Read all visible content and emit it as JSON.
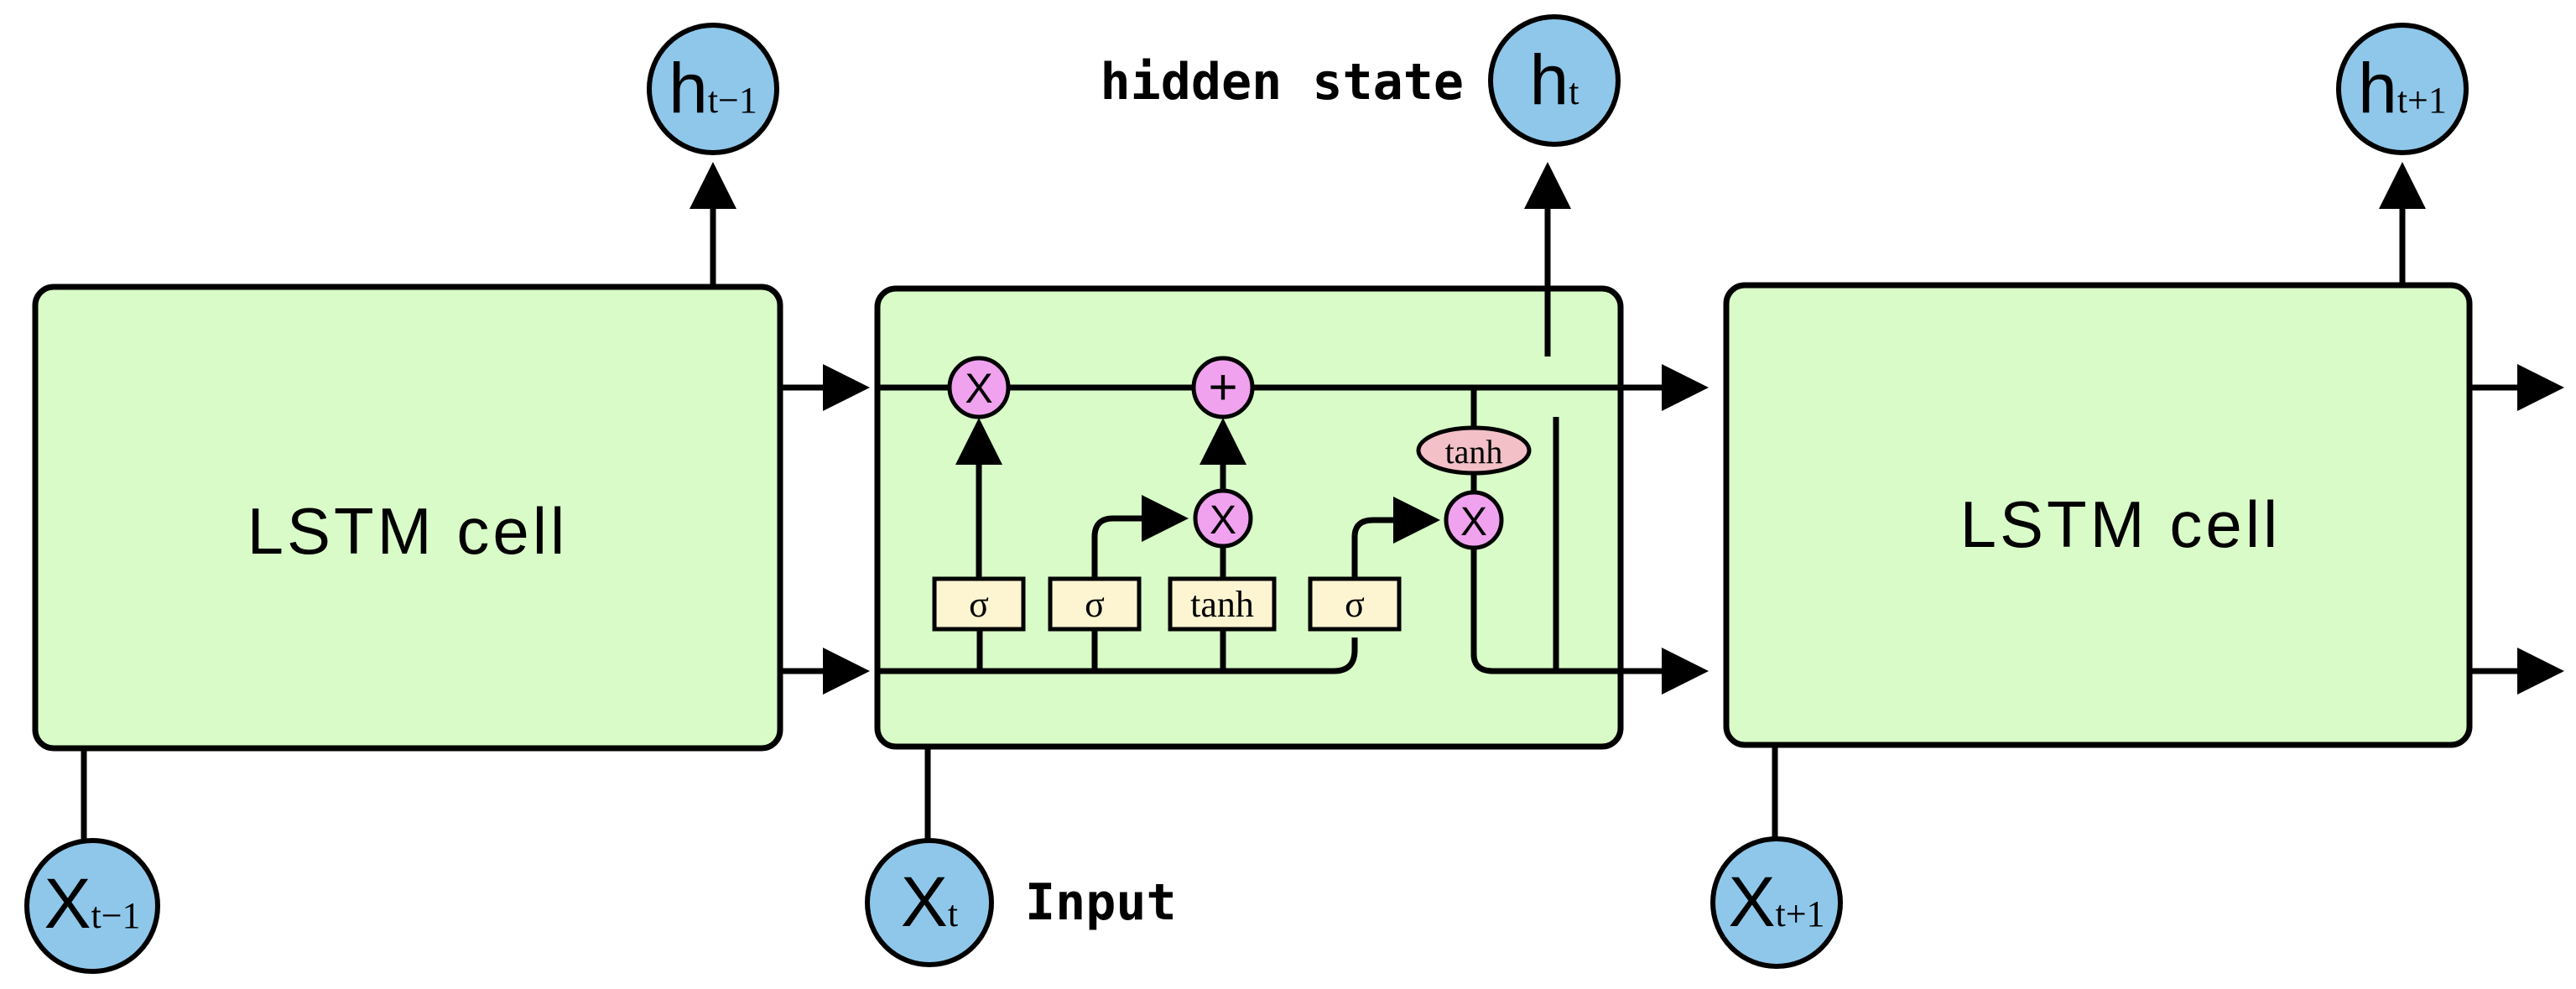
{
  "diagram": {
    "cells": [
      {
        "label": "LSTM cell"
      },
      {
        "label": ""
      },
      {
        "label": "LSTM cell"
      }
    ],
    "hidden_states": [
      {
        "symbol": "h",
        "subscript": "t−1"
      },
      {
        "symbol": "h",
        "subscript": "t"
      },
      {
        "symbol": "h",
        "subscript": "t+1"
      }
    ],
    "inputs": [
      {
        "symbol": "X",
        "subscript": "t−1"
      },
      {
        "symbol": "X",
        "subscript": "t"
      },
      {
        "symbol": "X",
        "subscript": "t+1"
      }
    ],
    "captions": {
      "hidden_state": "hidden state",
      "input": "Input"
    },
    "gates": {
      "forget": "σ",
      "input": "σ",
      "candidate": "tanh",
      "output": "σ",
      "cell_tanh": "tanh"
    },
    "operators": {
      "multiply": "X",
      "add": "+"
    },
    "colors": {
      "cell_fill": "#d9fbc8",
      "node_fill": "#8fc7ea",
      "gate_fill": "#fdf5d2",
      "operator_fill": "#f0a2ef",
      "tanh_fill": "#f3c0c8"
    }
  }
}
